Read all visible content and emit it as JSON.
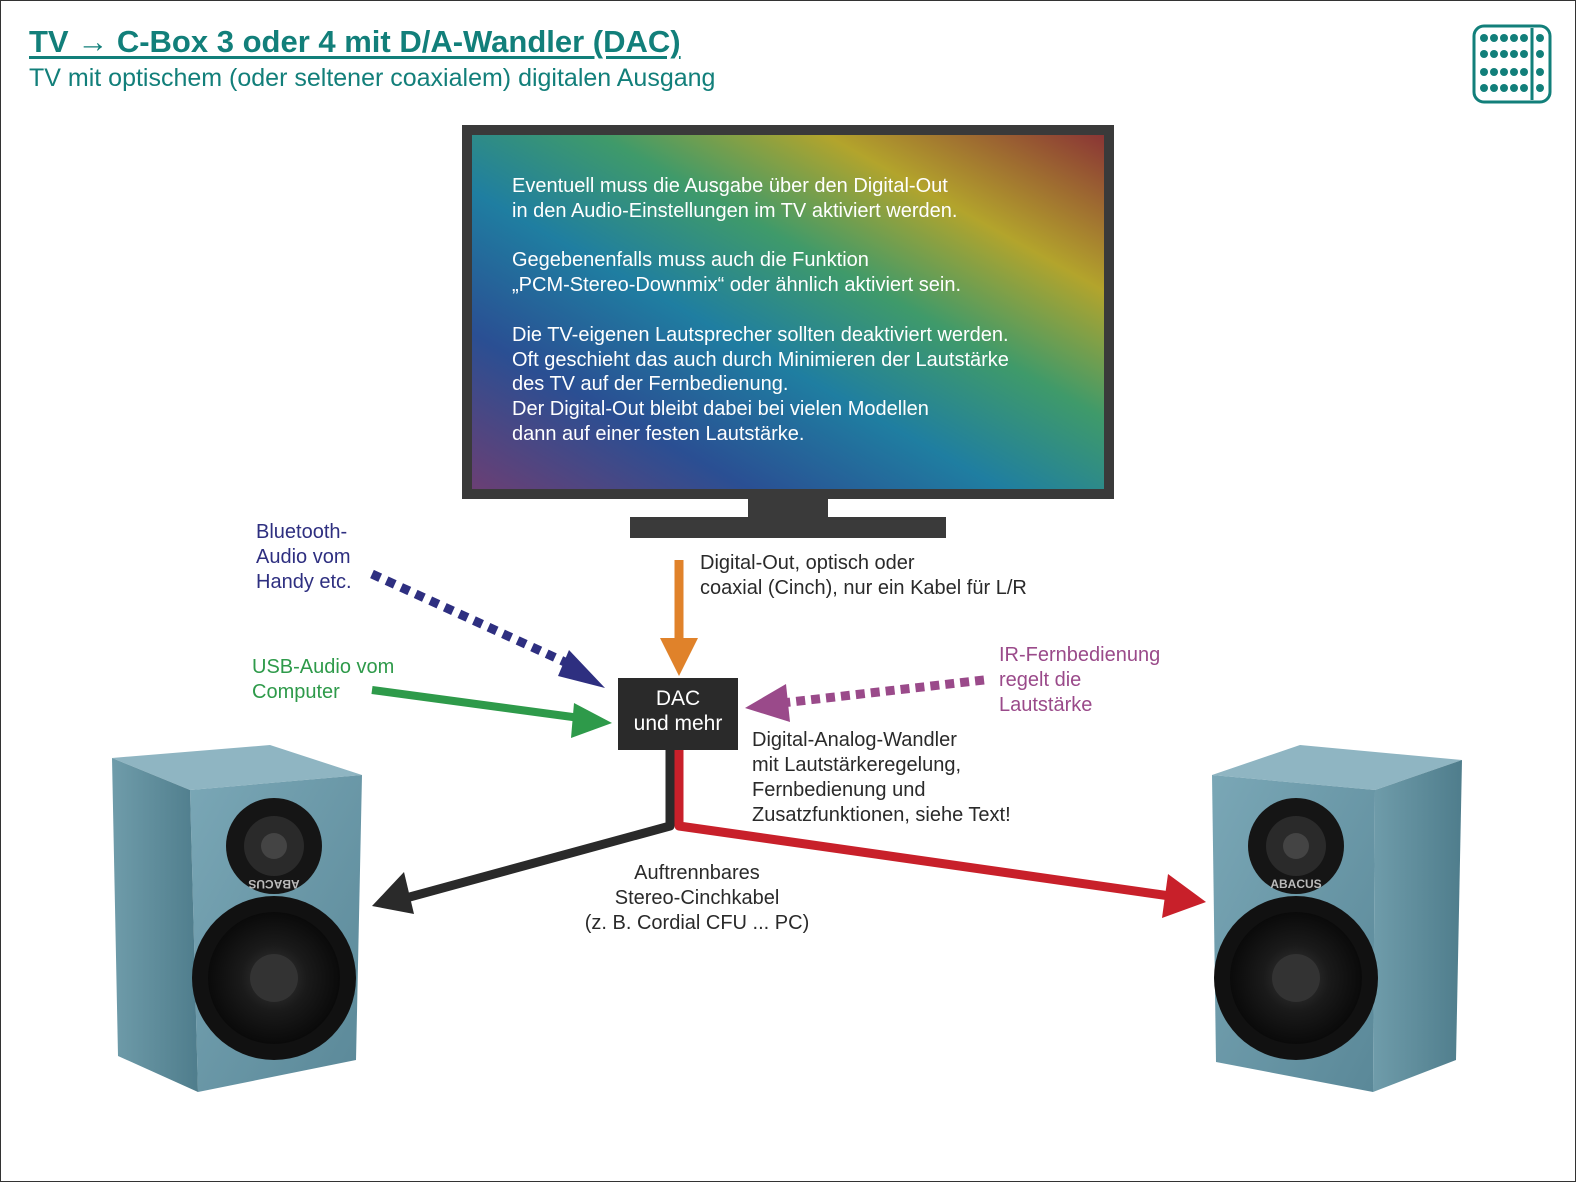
{
  "header": {
    "title": "TV → C-Box 3 oder 4 mit D/A-Wandler (DAC)",
    "subtitle": "TV mit optischem (oder seltener coaxialem) digitalen Ausgang"
  },
  "tv_screen_text": "Eventuell muss die Ausgabe über den Digital-Out\nin den Audio-Einstellungen im TV aktiviert werden.\n\nGegebenenfalls muss auch die Funktion\n„PCM-Stereo-Downmix“ oder ähnlich aktiviert sein.\n\nDie TV-eigenen Lautsprecher sollten deaktiviert werden.\nOft geschieht das auch durch Minimieren der Lautstärke\ndes TV auf der Fernbedienung.\nDer Digital-Out bleibt dabei bei vielen Modellen\ndann auf einer festen Lautstärke.",
  "labels": {
    "digital_out": "Digital-Out, optisch oder\ncoaxial (Cinch), nur ein Kabel für L/R",
    "bluetooth": "Bluetooth-\nAudio vom\nHandy etc.",
    "usb": "USB-Audio vom\nComputer",
    "ir": "IR-Fernbedienung\nregelt die\nLautstärke",
    "dac_box": "DAC\nund mehr",
    "dac_desc": "Digital-Analog-Wandler\nmit Lautstärkeregelung,\nFernbedienung und\nZusatzfunktionen, siehe Text!",
    "cable": "Auftrennbares\nStereo-Cinchkabel\n(z. B. Cordial CFU ... PC)",
    "speaker_brand_left": "ABACUS",
    "speaker_brand_right": "ABACUS"
  },
  "colors": {
    "teal": "#127f7a",
    "orange": "#e0822a",
    "bluetooth": "#2e2f80",
    "usb": "#2e9a4a",
    "ir": "#9a4a8a",
    "red": "#c8202a",
    "dark": "#2a2a2a",
    "speaker": "#6a98a8"
  }
}
